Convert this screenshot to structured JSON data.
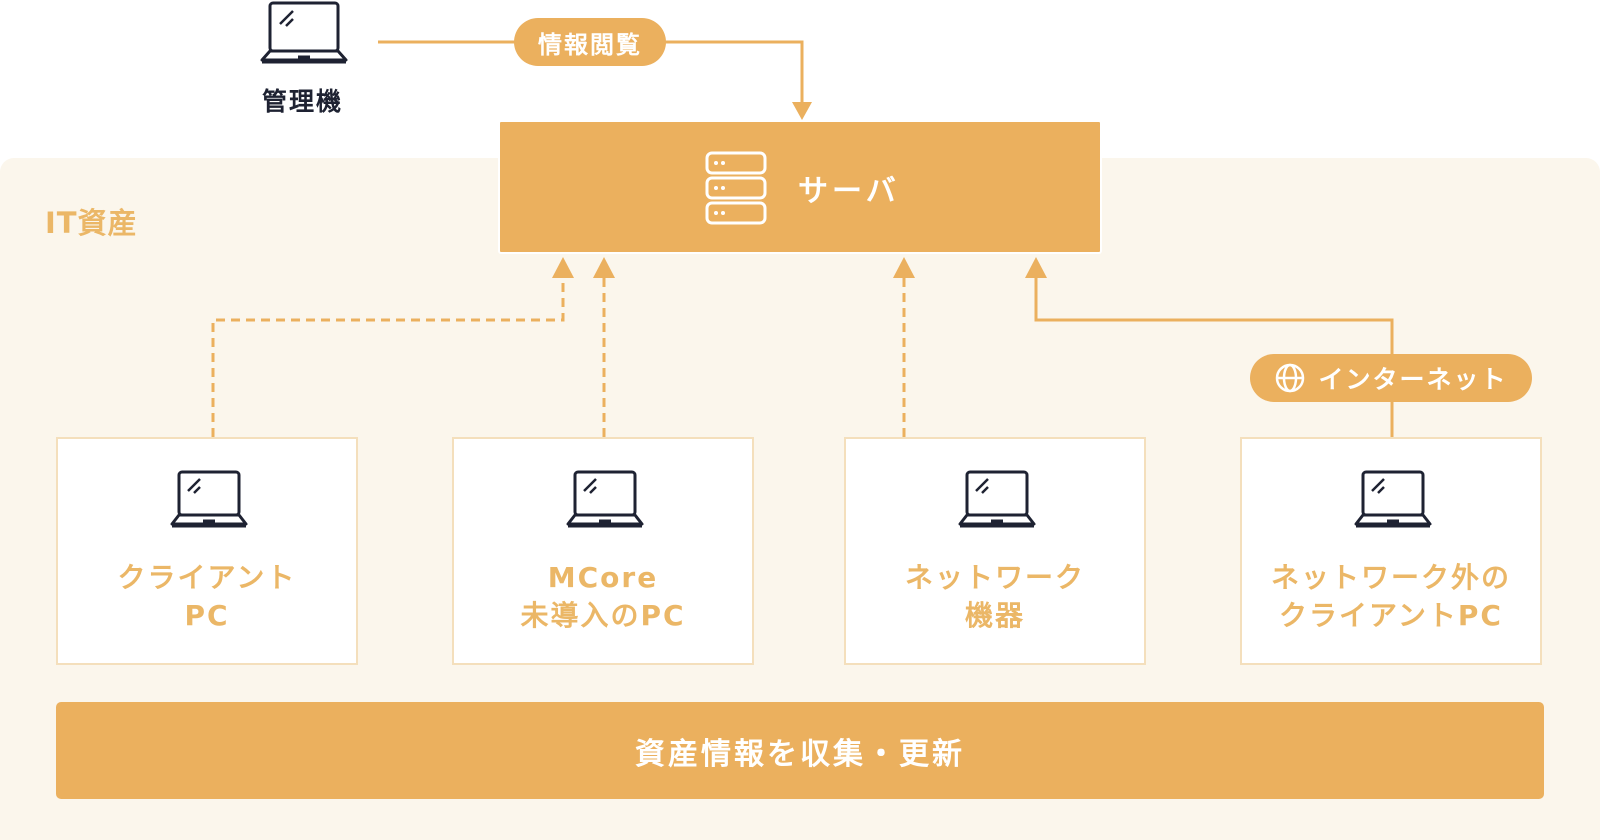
{
  "admin": {
    "label": "管理機"
  },
  "view_label": "情報閲覧",
  "server": {
    "label": "サーバ"
  },
  "section_title": "IT資産",
  "internet_label": "インターネット",
  "devices": [
    {
      "line1": "クライアント",
      "line2": "PC"
    },
    {
      "line1": "MCore",
      "line2": "未導入のPC"
    },
    {
      "line1": "ネットワーク",
      "line2": "機器"
    },
    {
      "line1": "ネットワーク外の",
      "line2": "クライアントPC"
    }
  ],
  "bottom_bar": {
    "label": "資産情報を収集・更新"
  },
  "colors": {
    "accent": "#ebb05e",
    "accent_text": "#ebb767",
    "panel_bg": "#fbf6ec",
    "card_border": "#f4dfbc",
    "dark_text": "#1e2232"
  },
  "icons": {
    "device": "laptop-icon",
    "server": "server-icon",
    "internet": "globe-icon"
  },
  "edges": [
    {
      "from": "admin",
      "to": "server",
      "style": "solid",
      "label": "view_label"
    },
    {
      "from": "devices.0",
      "to": "server",
      "style": "dashed"
    },
    {
      "from": "devices.1",
      "to": "server",
      "style": "dashed"
    },
    {
      "from": "devices.2",
      "to": "server",
      "style": "dashed"
    },
    {
      "from": "devices.3",
      "to": "server",
      "style": "solid",
      "label": "internet_label"
    }
  ]
}
